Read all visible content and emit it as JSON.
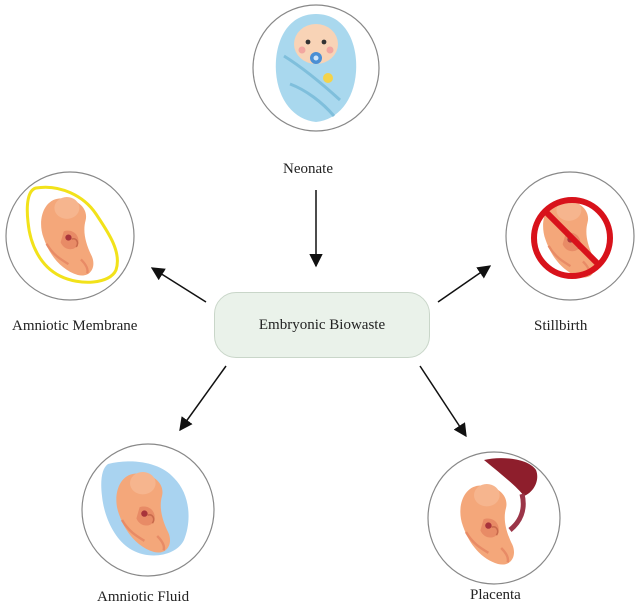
{
  "center": {
    "label": "Embryonic Biowaste"
  },
  "nodes": [
    {
      "id": "neonate",
      "label": "Neonate",
      "icon": "swaddled-baby-icon"
    },
    {
      "id": "amniotic-membrane",
      "label": "Amniotic Membrane",
      "icon": "fetus-membrane-icon"
    },
    {
      "id": "stillbirth",
      "label": "Stillbirth",
      "icon": "fetus-prohibited-icon"
    },
    {
      "id": "amniotic-fluid",
      "label": "Amniotic Fluid",
      "icon": "fetus-fluid-icon"
    },
    {
      "id": "placenta",
      "label": "Placenta",
      "icon": "fetus-placenta-icon"
    }
  ],
  "colors": {
    "center_fill": "#eaf2ea",
    "membrane": "#f2e21a",
    "prohibit": "#d8121b",
    "fluid": "#a9d3f0",
    "placenta": "#8e1e2c",
    "blanket": "#a9d8ee",
    "skin": "#f4a77a"
  }
}
